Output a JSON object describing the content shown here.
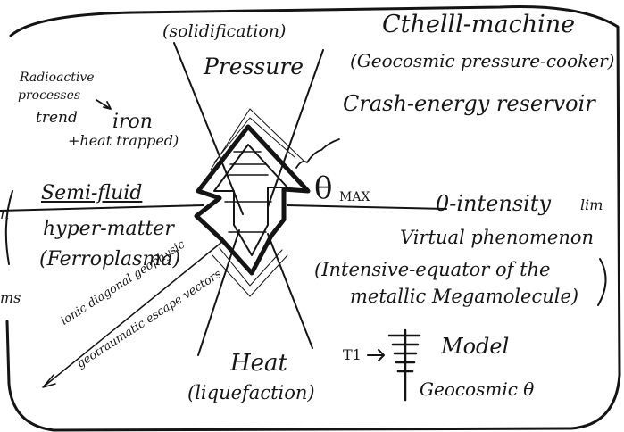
{
  "labels": {
    "solidification": "(solidification)",
    "pressure": "Pressure",
    "machine": "Cthelll-machine",
    "geocosmic_pressure_cooker": "(Geocosmic pressure-cooker)",
    "crash_energy": "Crash-energy reservoir",
    "radioactive_line1": "Radioactive",
    "radioactive_line2": "processes",
    "radioactive_line3": "trend",
    "iron": "iron",
    "heat_trapped": "+heat trapped)",
    "theta_max_symbol": "θ",
    "theta_max_sub": "MAX",
    "semi_fluid": "Semi-fluid",
    "hypermatter": "hyper-matter",
    "ferroplasma": "(Ferroplasma)",
    "zero_intensity": "0-intensity",
    "lim": "lim",
    "virtual_phenomenon": "Virtual phenomenon",
    "intensive_equator_line1": "(Intensive-equator of the",
    "intensive_equator_line2": "metallic Megamolecule)",
    "ionic_line1": "ionic diagonal geophysic",
    "ionic_line2": "geotraumatic escape vectors",
    "heat": "Heat",
    "liquefaction": "(liquefaction)",
    "t1_symbol": "T1",
    "model": "Model",
    "geocosmic_theta": "Geocosmic θ",
    "edge_left_fragment": "n",
    "edge_left_fragment_2": "ms"
  }
}
